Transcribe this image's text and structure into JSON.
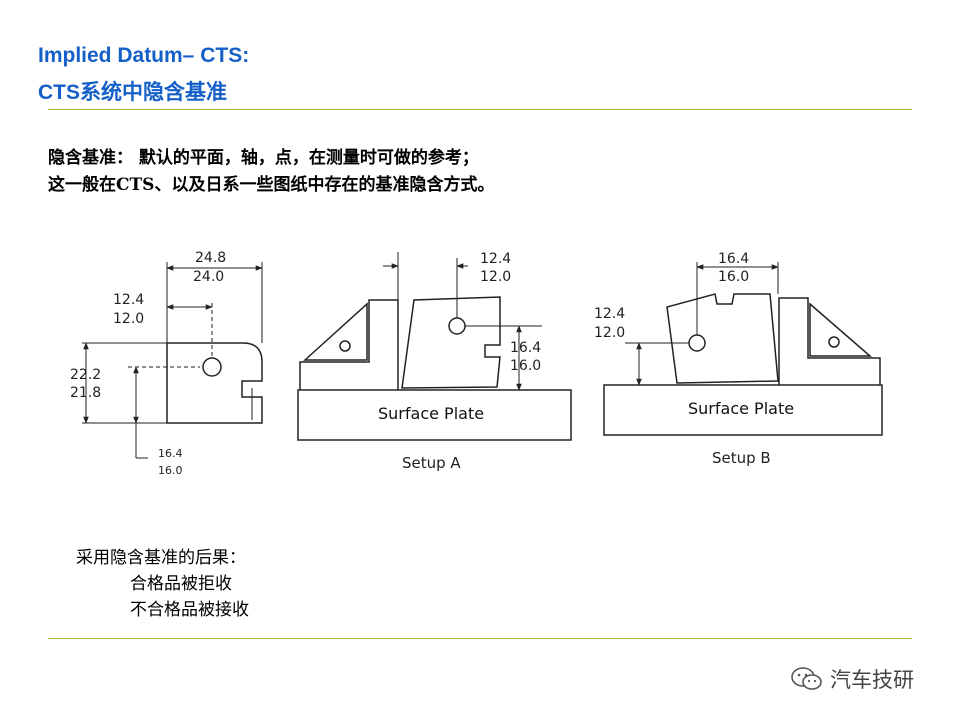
{
  "title": {
    "line1": "Implied Datum– CTS:",
    "line2": "CTS系统中隐含基准"
  },
  "description": {
    "line1": "隐含基准： 默认的平面，轴，点，在测量时可做的参考；",
    "line2": "这一般在CTS、以及日系一些图纸中存在的基准隐含方式。"
  },
  "figure": {
    "part": {
      "width_max": "24.8",
      "width_min": "24.0",
      "hole_x_max": "12.4",
      "hole_x_min": "12.0",
      "height_max": "22.2",
      "height_min": "21.8",
      "slot_max": "16.4",
      "slot_min": "16.0"
    },
    "setup_a": {
      "caption": "Setup A",
      "plate_label": "Surface Plate",
      "dim_top_max": "12.4",
      "dim_top_min": "12.0",
      "dim_right_max": "16.4",
      "dim_right_min": "16.0"
    },
    "setup_b": {
      "caption": "Setup B",
      "plate_label": "Surface Plate",
      "dim_top_max": "16.4",
      "dim_top_min": "16.0",
      "dim_left_max": "12.4",
      "dim_left_min": "12.0"
    }
  },
  "consequences": {
    "heading": "采用隐含基准的后果：",
    "item1": "合格品被拒收",
    "item2": "不合格品被接收"
  },
  "watermark": {
    "icon": "wechat-icon",
    "text": "汽车技研"
  },
  "colors": {
    "title": "#1560c8",
    "rule": "#9bbb3a"
  }
}
